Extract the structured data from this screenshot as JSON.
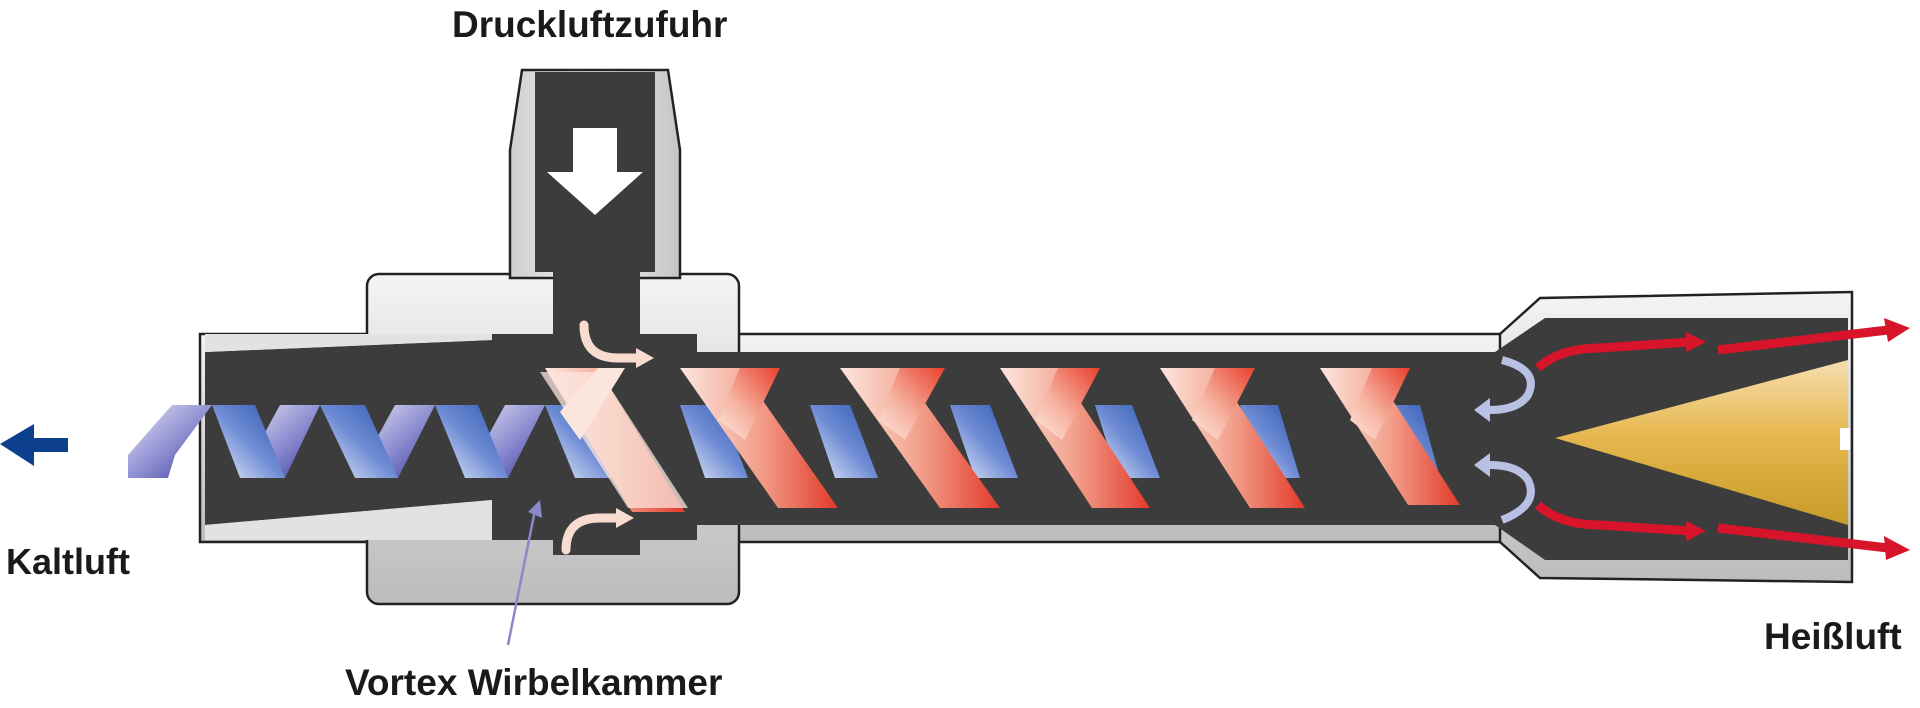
{
  "labels": {
    "supply": "Druckluftzufuhr",
    "cold": "Kaltluft",
    "vortex": "Vortex Wirbelkammer",
    "hot": "Heißluft"
  },
  "colors": {
    "body_light": "#ececec",
    "body_dark": "#bdbdbd",
    "interior": "#3c3c3c",
    "cold_dark": "#3a3a9a",
    "cold_mid": "#5a78c8",
    "cold_light": "#e6e4f4",
    "hot_dark": "#e23a2a",
    "hot_light": "#fbe0d8",
    "hot_arrow": "#d8142a",
    "cold_arrow": "#0c3f8c",
    "cone": "#e0b240",
    "return_arrow": "#b8c0e4",
    "pointer_line": "#8a88c8"
  },
  "icons": [
    "down-arrow-icon",
    "left-arrow-icon",
    "right-arrow-icon",
    "curved-arrow-icon"
  ]
}
